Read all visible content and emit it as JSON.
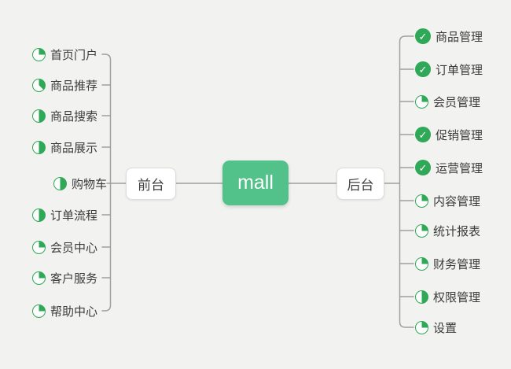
{
  "root": {
    "label": "mall"
  },
  "branches": [
    {
      "id": "front",
      "label": "前台",
      "side": "left",
      "items": [
        {
          "label": "首页门户",
          "status": "progress",
          "progress": 0.25
        },
        {
          "label": "商品推荐",
          "status": "progress",
          "progress": 0.375
        },
        {
          "label": "商品搜索",
          "status": "progress",
          "progress": 0.5
        },
        {
          "label": "商品展示",
          "status": "progress",
          "progress": 0.5
        },
        {
          "label": "购物车",
          "status": "progress",
          "progress": 0.5
        },
        {
          "label": "订单流程",
          "status": "progress",
          "progress": 0.5
        },
        {
          "label": "会员中心",
          "status": "progress",
          "progress": 0.25
        },
        {
          "label": "客户服务",
          "status": "progress",
          "progress": 0.25
        },
        {
          "label": "帮助中心",
          "status": "progress",
          "progress": 0.25
        }
      ]
    },
    {
      "id": "back",
      "label": "后台",
      "side": "right",
      "items": [
        {
          "label": "商品管理",
          "status": "done"
        },
        {
          "label": "订单管理",
          "status": "done"
        },
        {
          "label": "会员管理",
          "status": "progress",
          "progress": 0.25
        },
        {
          "label": "促销管理",
          "status": "done"
        },
        {
          "label": "运营管理",
          "status": "done"
        },
        {
          "label": "内容管理",
          "status": "progress",
          "progress": 0.25
        },
        {
          "label": "统计报表",
          "status": "progress",
          "progress": 0.25
        },
        {
          "label": "财务管理",
          "status": "progress",
          "progress": 0.25
        },
        {
          "label": "权限管理",
          "status": "progress",
          "progress": 0.5
        },
        {
          "label": "设置",
          "status": "progress",
          "progress": 0.25
        }
      ]
    }
  ],
  "icons": {
    "check_glyph": "✓",
    "progress_icon_name": "progress-pie-icon",
    "done_icon_name": "check-icon"
  },
  "colors": {
    "canvas_bg": "#f2f2f0",
    "root_bg": "#52c18a",
    "root_text": "#ffffff",
    "icon_green": "#2fa858",
    "connector": "#9f9f9f",
    "branch_border": "#dcdcdc",
    "label_text": "#3b3b3b"
  }
}
